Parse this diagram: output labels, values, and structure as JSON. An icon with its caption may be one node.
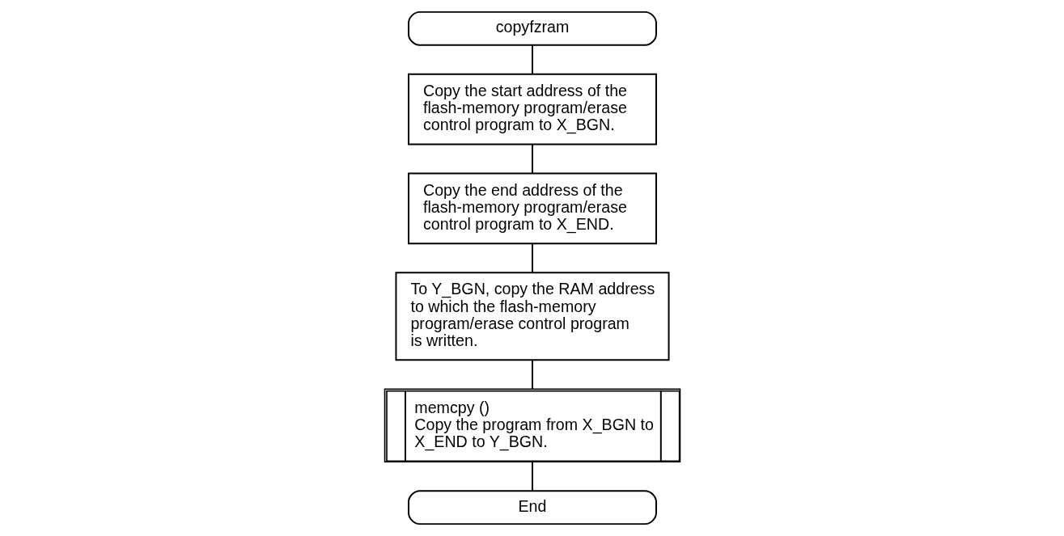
{
  "diagram": {
    "nodes": [
      {
        "text": [
          "copyfzram"
        ]
      },
      {
        "text": [
          "Copy the start address of the flash-memory program/erase control program to X_BGN."
        ]
      },
      {
        "text": [
          "Copy the end address of the flash-memory program/erase control program to X_END."
        ]
      },
      {
        "text": [
          "To Y_BGN, copy the RAM address to which the flash-memory program/erase control program is written."
        ]
      },
      {
        "text": [
          "memcpy ()",
          "Copy the program from X_BGN to X_END to Y_BGN."
        ]
      },
      {
        "text": [
          "End"
        ]
      }
    ],
    "edges": [
      {
        "from": 0,
        "to": 1,
        "arrow": "none"
      },
      {
        "from": 1,
        "to": 2,
        "arrow": "none"
      },
      {
        "from": 2,
        "to": 3,
        "arrow": "none"
      },
      {
        "from": 3,
        "to": 4,
        "arrow": "none"
      },
      {
        "from": 4,
        "to": 5,
        "arrow": "none"
      }
    ]
  }
}
